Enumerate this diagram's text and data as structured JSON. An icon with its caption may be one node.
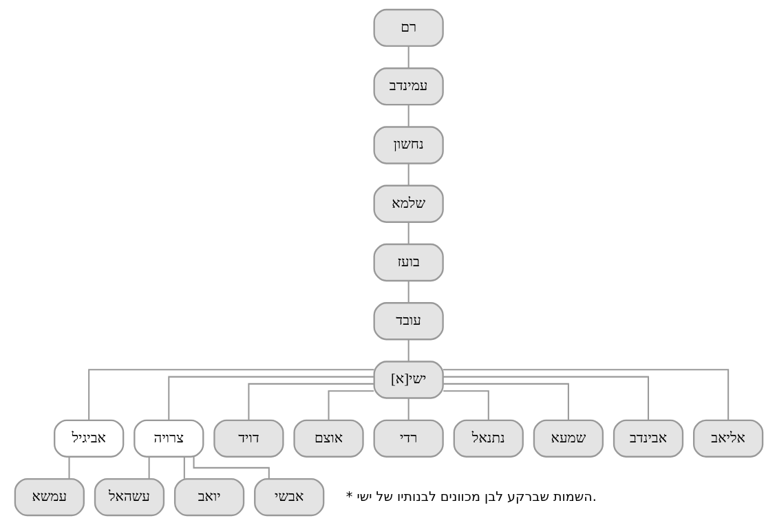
{
  "diagram": {
    "nodes": [
      {
        "text": [
          "רם"
        ]
      },
      {
        "text": [
          "עמינדב"
        ]
      },
      {
        "text": [
          "נחשון"
        ]
      },
      {
        "text": [
          "שלמא"
        ]
      },
      {
        "text": [
          "בועז"
        ]
      },
      {
        "text": [
          "עובד"
        ]
      },
      {
        "text": [
          "[א]ישי"
        ]
      },
      {
        "text": [
          "אליאב"
        ]
      },
      {
        "text": [
          "אבינדב"
        ]
      },
      {
        "text": [
          "שמעא"
        ]
      },
      {
        "text": [
          "נתנאל"
        ]
      },
      {
        "text": [
          "רדי"
        ]
      },
      {
        "text": [
          "אוצם"
        ]
      },
      {
        "text": [
          "דויד"
        ]
      },
      {
        "text": [
          "צרויה"
        ]
      },
      {
        "text": [
          "אביגיל"
        ]
      },
      {
        "text": [
          "אבשי"
        ]
      },
      {
        "text": [
          "יואב"
        ]
      },
      {
        "text": [
          "עשהאל"
        ]
      },
      {
        "text": [
          "עמשא"
        ]
      }
    ],
    "edges": [
      {
        "from": 0,
        "to": 1,
        "arrow": "none"
      },
      {
        "from": 1,
        "to": 2,
        "arrow": "none"
      },
      {
        "from": 2,
        "to": 3,
        "arrow": "none"
      },
      {
        "from": 3,
        "to": 4,
        "arrow": "none"
      },
      {
        "from": 4,
        "to": 5,
        "arrow": "none"
      },
      {
        "from": 5,
        "to": 6,
        "arrow": "none"
      },
      {
        "from": 6,
        "to": 7,
        "arrow": "none"
      },
      {
        "from": 6,
        "to": 8,
        "arrow": "none"
      },
      {
        "from": 6,
        "to": 9,
        "arrow": "none"
      },
      {
        "from": 6,
        "to": 10,
        "arrow": "none"
      },
      {
        "from": 6,
        "to": 11,
        "arrow": "none"
      },
      {
        "from": 6,
        "to": 12,
        "arrow": "none"
      },
      {
        "from": 6,
        "to": 13,
        "arrow": "none"
      },
      {
        "from": 6,
        "to": 14,
        "arrow": "none"
      },
      {
        "from": 6,
        "to": 15,
        "arrow": "none"
      },
      {
        "from": 14,
        "to": 16,
        "arrow": "none"
      },
      {
        "from": 14,
        "to": 17,
        "arrow": "none"
      },
      {
        "from": 14,
        "to": 18,
        "arrow": "none"
      },
      {
        "from": 15,
        "to": 19,
        "arrow": "none"
      }
    ],
    "labels": [
      "* השמות שברקע לבן מכוונים לבנותיו של ישי."
    ]
  }
}
